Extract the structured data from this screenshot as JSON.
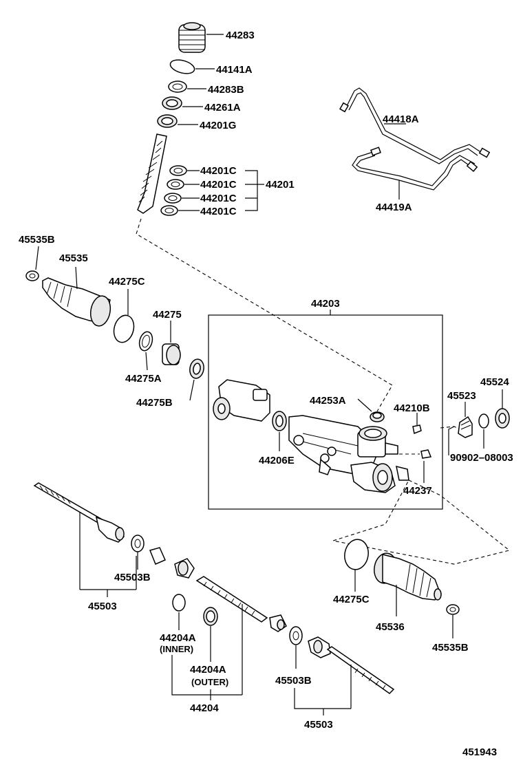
{
  "labels": {
    "p44283": "44283",
    "p44141A": "44141A",
    "p44283B": "44283B",
    "p44261A": "44261A",
    "p44201G": "44201G",
    "p44201C_1": "44201C",
    "p44201C_2": "44201C",
    "p44201C_3": "44201C",
    "p44201C_4": "44201C",
    "p44201": "44201",
    "p44418A": "44418A",
    "p44419A": "44419A",
    "p45535B_top": "45535B",
    "p45535": "45535",
    "p44275C_top": "44275C",
    "p44275": "44275",
    "p44275A": "44275A",
    "p44275B": "44275B",
    "p44203": "44203",
    "p44253A": "44253A",
    "p44210B": "44210B",
    "p45523": "45523",
    "p45524": "45524",
    "p44206E": "44206E",
    "p90902": "90902–08003",
    "p44237": "44237",
    "p45503B_left": "45503B",
    "p45503_left": "45503",
    "p44204A_inner": "44204A",
    "inner_note": "(INNER)",
    "p44204A_outer": "44204A",
    "outer_note": "(OUTER)",
    "p44204": "44204",
    "p44275C_bot": "44275C",
    "p45536": "45536",
    "p45535B_bot": "45535B",
    "p45503B_right": "45503B",
    "p45503_right": "45503",
    "figure_number": "451943"
  },
  "colors": {
    "line": "#000000",
    "background": "#ffffff"
  }
}
